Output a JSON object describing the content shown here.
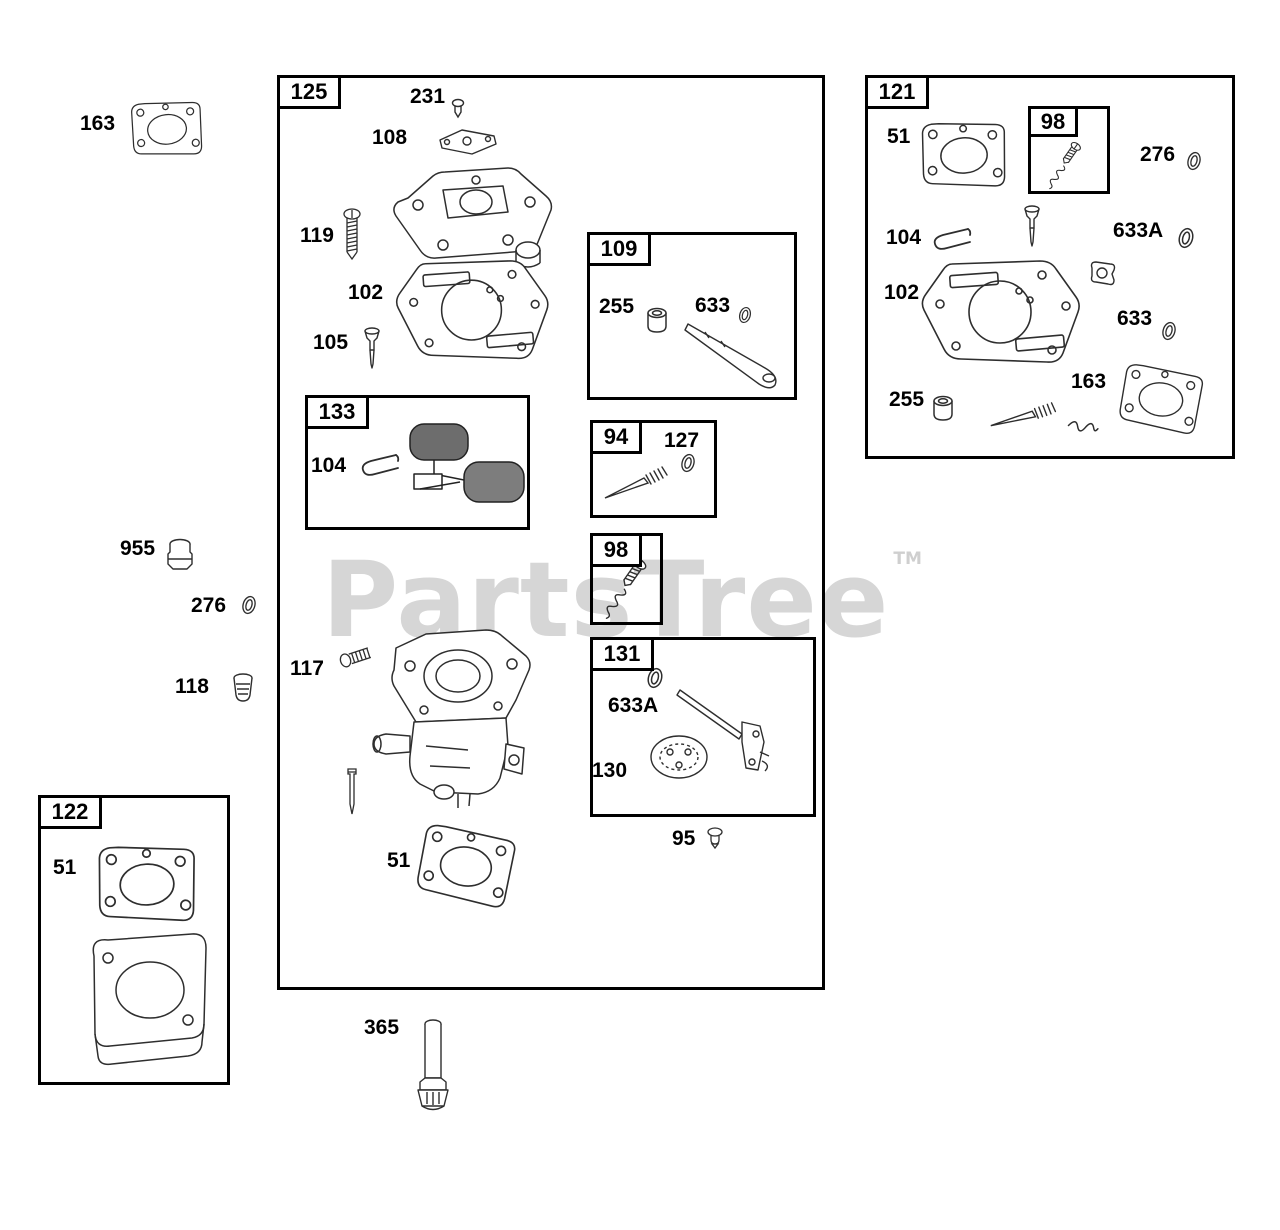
{
  "watermark": {
    "brand": "PartsTree",
    "tm": "TM"
  },
  "boxes": {
    "box125": {
      "label": "125",
      "parts": {
        "p231": "231",
        "p108": "108",
        "p119": "119",
        "p102": "102",
        "p105": "105",
        "p117": "117",
        "p51": "51"
      },
      "sub109": {
        "label": "109",
        "p255": "255",
        "p633": "633"
      },
      "sub133": {
        "label": "133",
        "p104": "104"
      },
      "sub94": {
        "label": "94",
        "p127": "127"
      },
      "sub98": {
        "label": "98"
      },
      "sub131": {
        "label": "131",
        "p633a": "633A",
        "p130": "130"
      }
    },
    "box121": {
      "label": "121",
      "sub98": {
        "label": "98"
      },
      "parts": {
        "p51": "51",
        "p276": "276",
        "p104": "104",
        "p633a": "633A",
        "p102": "102",
        "p633": "633",
        "p255": "255",
        "p163": "163"
      }
    },
    "box122": {
      "label": "122",
      "p51": "51"
    }
  },
  "loose": {
    "p163": "163",
    "p955": "955",
    "p276": "276",
    "p118": "118",
    "p365": "365",
    "p95": "95"
  }
}
